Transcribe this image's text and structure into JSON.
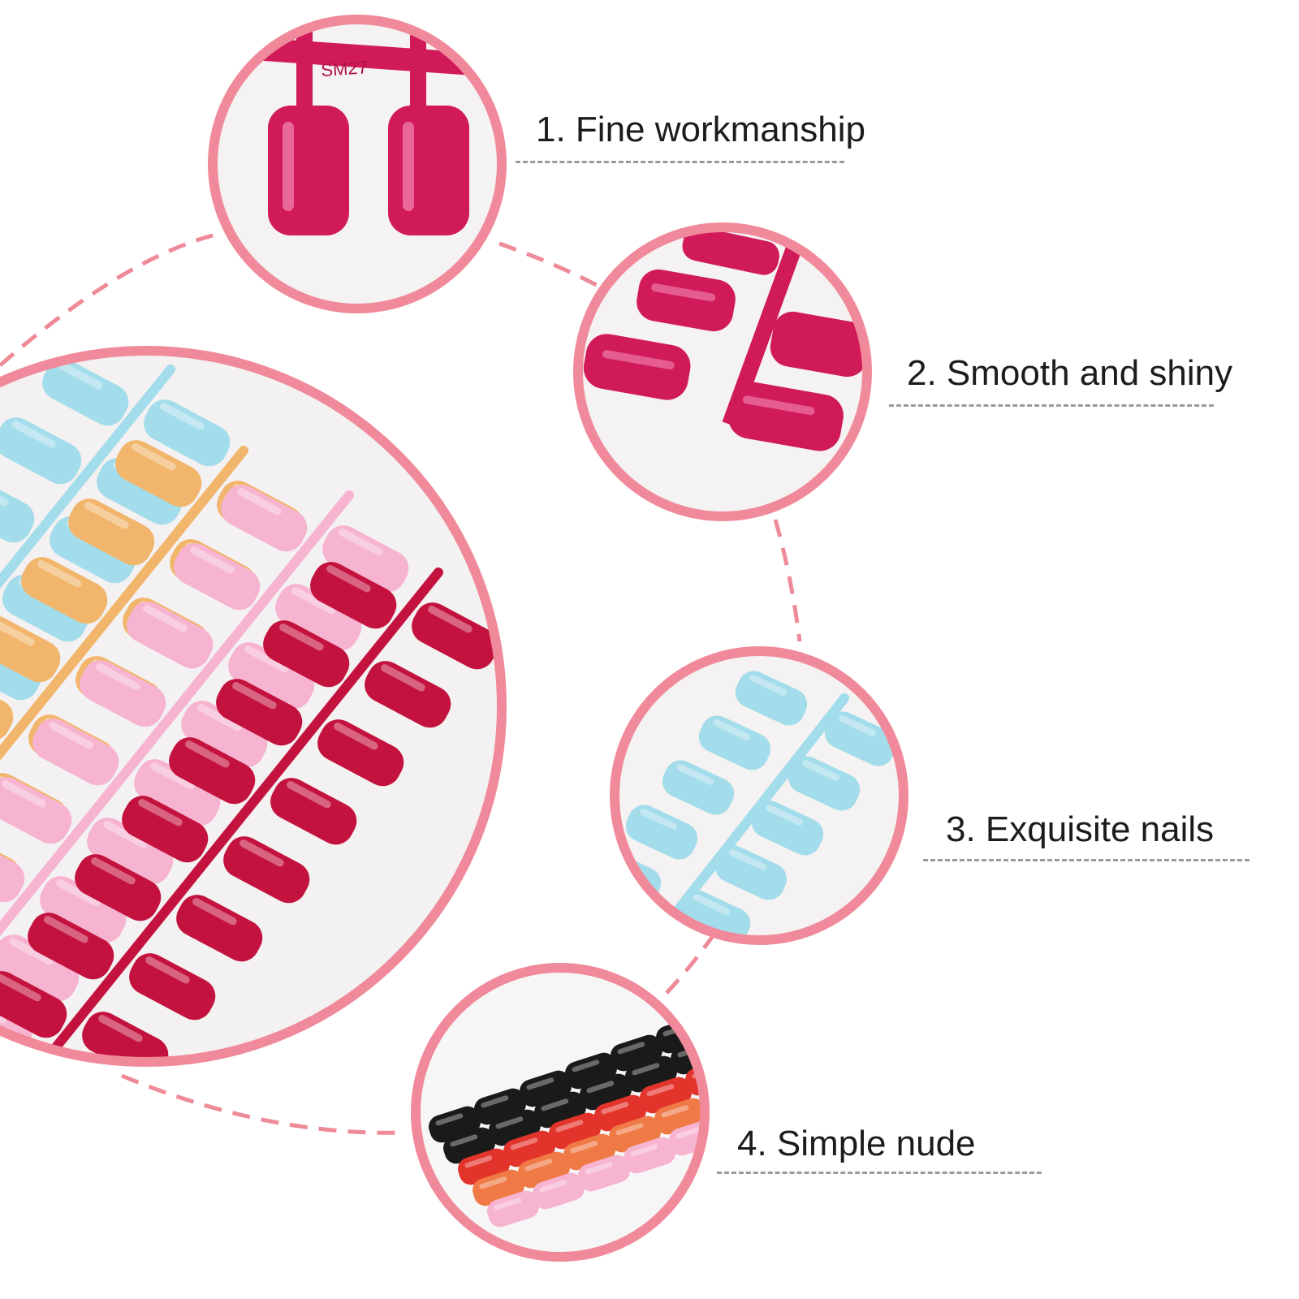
{
  "colors": {
    "ring": "#f08a9a",
    "connector": "#ef8a98",
    "backdrop": "#f3f1f1",
    "magenta": "#d11a5a",
    "crimson": "#c4123e",
    "sky": "#a3dcea",
    "apricot": "#f2b56c",
    "pink": "#f6b4d0",
    "black": "#1a1a1a",
    "red": "#e3342c",
    "orange": "#f07a45"
  },
  "features": [
    {
      "label": "1. Fine workmanship"
    },
    {
      "label": "2. Smooth and shiny"
    },
    {
      "label": "3. Exquisite nails"
    },
    {
      "label": "4. Simple nude"
    }
  ],
  "product": {
    "mold_code": "SM27"
  }
}
